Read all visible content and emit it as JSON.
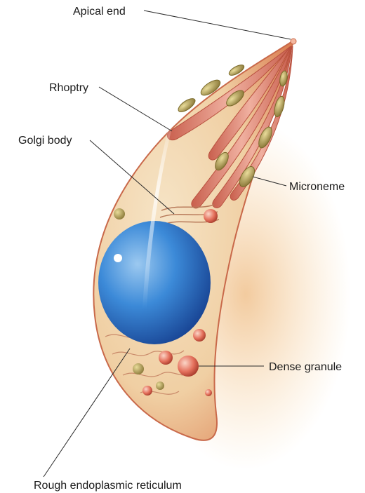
{
  "labels": {
    "apical_end": "Apical end",
    "rhoptry": "Rhoptry",
    "golgi_body": "Golgi body",
    "microneme": "Microneme",
    "dense_granule": "Dense granule",
    "rough_er": "Rough endoplasmic reticulum"
  },
  "colors": {
    "cell_body": "#f2d8b4",
    "cell_edge": "#d9774a",
    "rhoptry": "#d97a6a",
    "microneme": "#c9c06a",
    "nucleus": "#2f79d0",
    "dense_granule": "#e4705c",
    "leader_line": "#2a2a2a"
  }
}
